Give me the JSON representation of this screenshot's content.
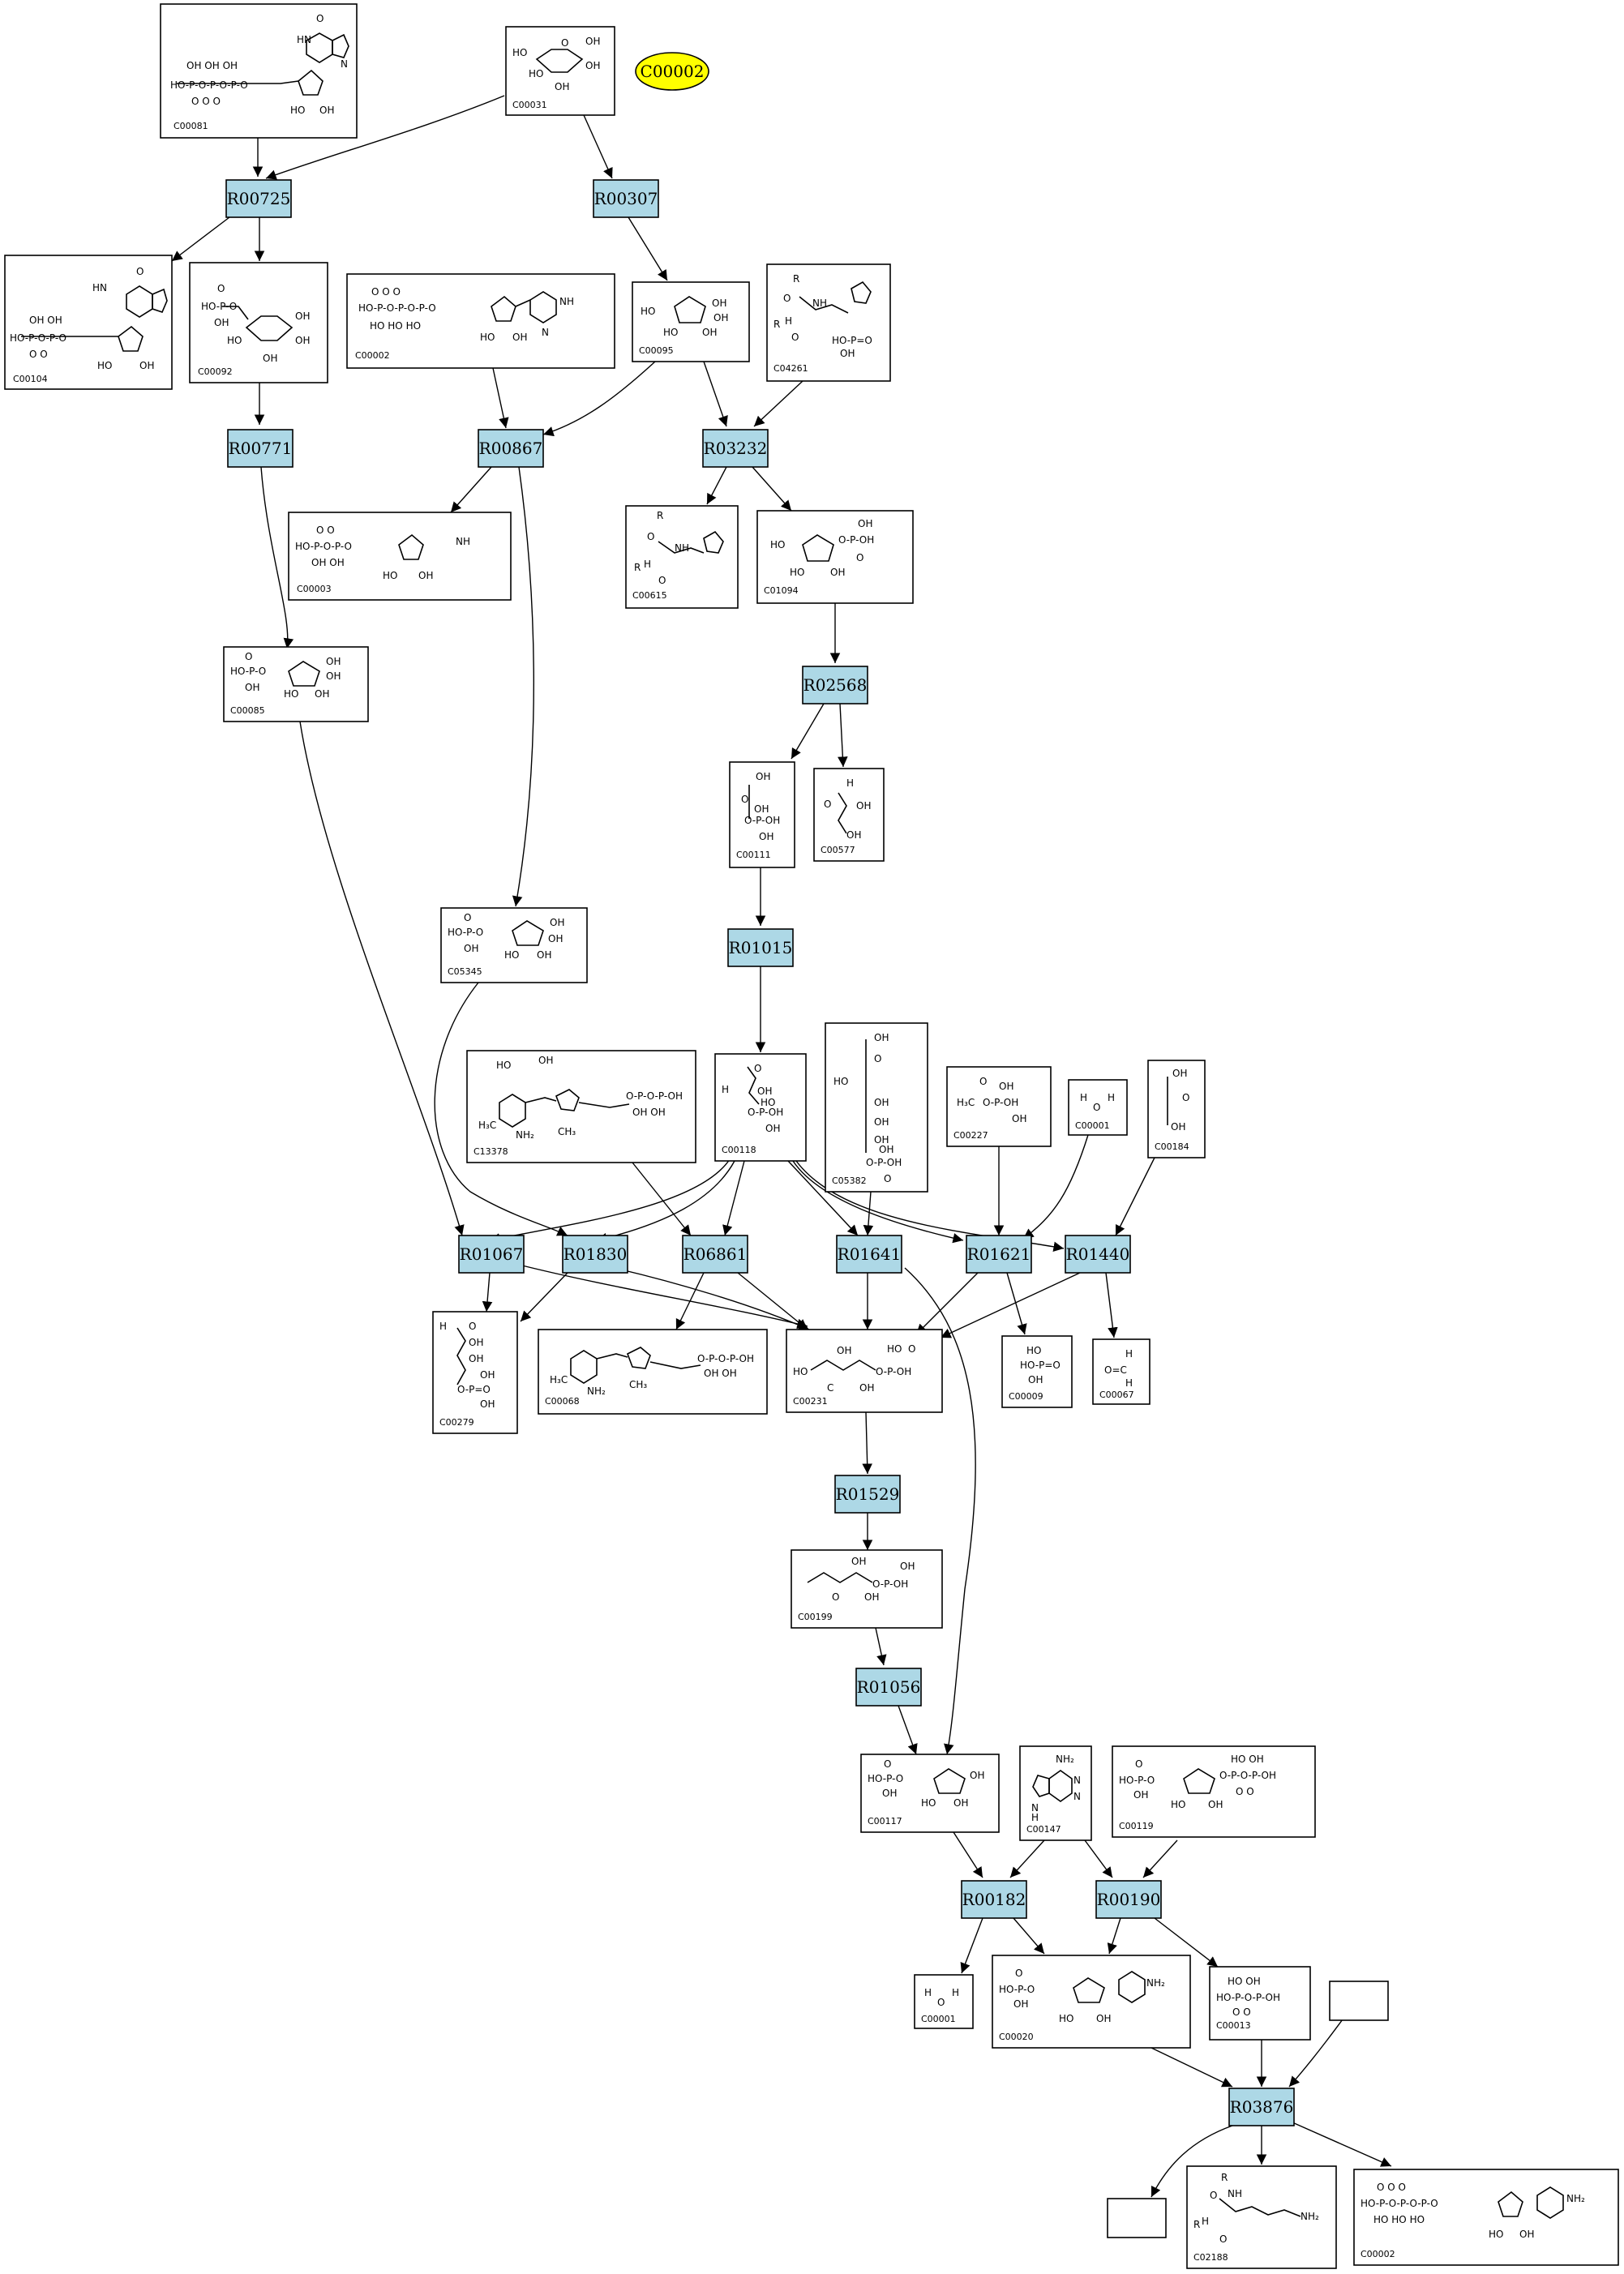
{
  "highlight": {
    "label": "C00002",
    "color": "#ffff00"
  },
  "colors": {
    "reaction_fill": "#add8e6",
    "compound_fill": "#ffffff",
    "line": "#000000"
  },
  "reactions": [
    {
      "id": "R00725"
    },
    {
      "id": "R00307"
    },
    {
      "id": "R00771"
    },
    {
      "id": "R00867"
    },
    {
      "id": "R03232"
    },
    {
      "id": "R02568"
    },
    {
      "id": "R01015"
    },
    {
      "id": "R01067"
    },
    {
      "id": "R01830"
    },
    {
      "id": "R06861"
    },
    {
      "id": "R01641"
    },
    {
      "id": "R01621"
    },
    {
      "id": "R01440"
    },
    {
      "id": "R01529"
    },
    {
      "id": "R01056"
    },
    {
      "id": "R00182"
    },
    {
      "id": "R00190"
    },
    {
      "id": "R03876"
    }
  ],
  "compounds": [
    {
      "id": "C00081"
    },
    {
      "id": "C00031"
    },
    {
      "id": "C00104"
    },
    {
      "id": "C00092"
    },
    {
      "id": "C00002"
    },
    {
      "id": "C00095"
    },
    {
      "id": "C04261"
    },
    {
      "id": "C00003"
    },
    {
      "id": "C00615"
    },
    {
      "id": "C01094"
    },
    {
      "id": "C00085"
    },
    {
      "id": "C00111"
    },
    {
      "id": "C00577"
    },
    {
      "id": "C05345"
    },
    {
      "id": "C13378"
    },
    {
      "id": "C00118"
    },
    {
      "id": "C05382"
    },
    {
      "id": "C00227"
    },
    {
      "id": "C00001"
    },
    {
      "id": "C00184"
    },
    {
      "id": "C00279"
    },
    {
      "id": "C00068"
    },
    {
      "id": "C00231"
    },
    {
      "id": "C00009"
    },
    {
      "id": "C00067"
    },
    {
      "id": "C00199"
    },
    {
      "id": "C00117"
    },
    {
      "id": "C00147"
    },
    {
      "id": "C00119"
    },
    {
      "id": "C00001"
    },
    {
      "id": "C00020"
    },
    {
      "id": "C00013"
    },
    {
      "id": "C02188"
    },
    {
      "id": "C00002"
    }
  ]
}
